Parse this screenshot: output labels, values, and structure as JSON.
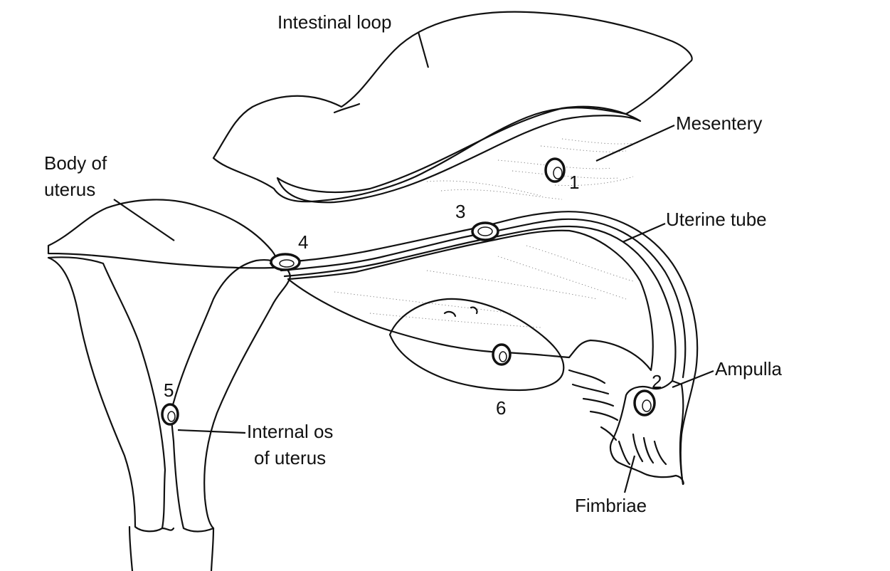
{
  "labels": {
    "intestinal_loop": "Intestinal loop",
    "mesentery": "Mesentery",
    "body_of_uterus_line1": "Body of",
    "body_of_uterus_line2": "uterus",
    "uterine_tube": "Uterine tube",
    "ampulla": "Ampulla",
    "internal_os_line1": "Internal os",
    "internal_os_line2": "of uterus",
    "fimbriae": "Fimbriae"
  },
  "site_numbers": {
    "n1": "1",
    "n2": "2",
    "n3": "3",
    "n4": "4",
    "n5": "5",
    "n6": "6"
  },
  "colors": {
    "ink": "#111111",
    "background": "#ffffff"
  }
}
